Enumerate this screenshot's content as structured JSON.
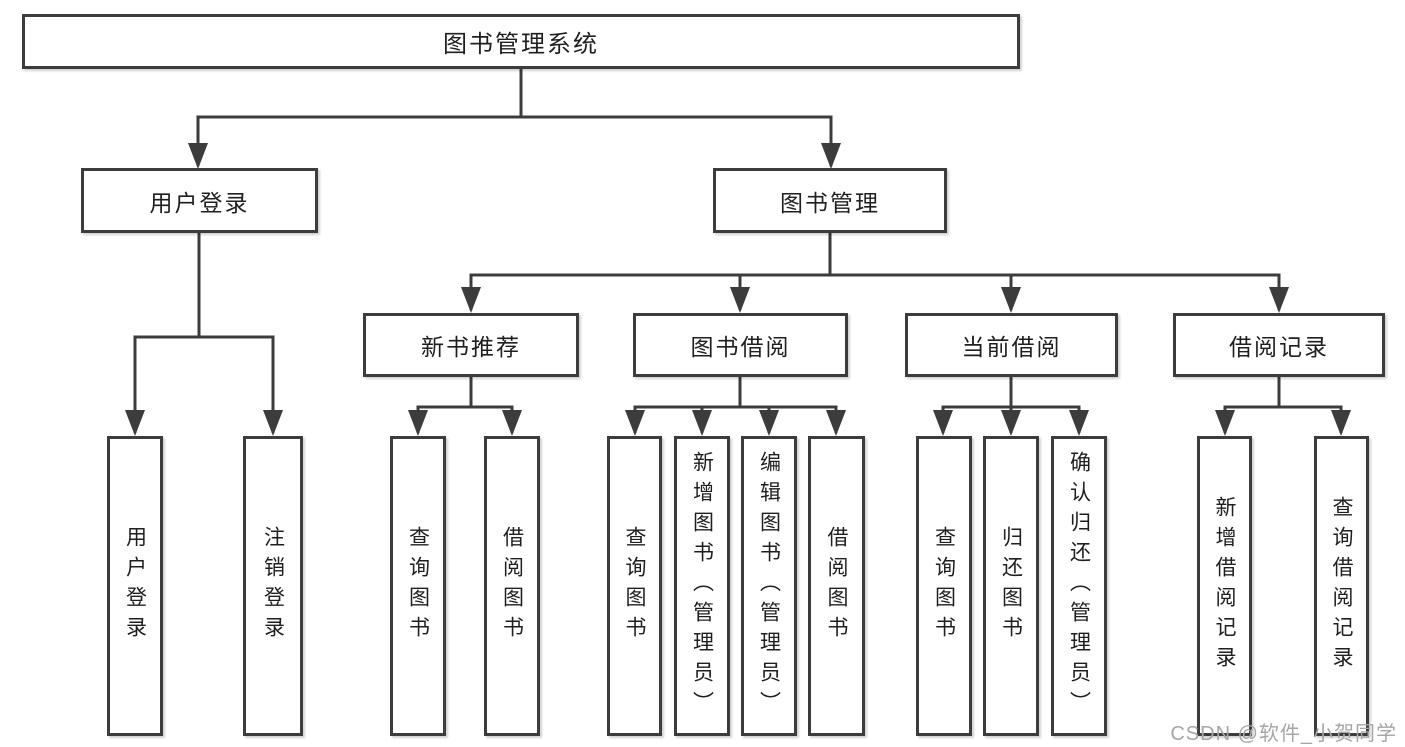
{
  "diagram": {
    "root": "图书管理系统",
    "level2": [
      "用户登录",
      "图书管理"
    ],
    "level3": [
      "新书推荐",
      "图书借阅",
      "当前借阅",
      "借阅记录"
    ],
    "leaves": {
      "user_login": [
        "用户登录",
        "注销登录"
      ],
      "new_book": [
        "查询图书",
        "借阅图书"
      ],
      "book_borrow": [
        "查询图书",
        "新增图书（管理员）",
        "编辑图书（管理员）",
        "借阅图书"
      ],
      "current_borrow": [
        "查询图书",
        "归还图书",
        "确认归还（管理员）"
      ],
      "borrow_record": [
        "新增借阅记录",
        "查询借阅记录"
      ]
    }
  },
  "watermark": "CSDN @软件_小贺同学",
  "colors": {
    "line": "#3c3c3c",
    "text": "#1f1f1f",
    "background": "#ffffff",
    "watermark": "#a6a6a6"
  }
}
